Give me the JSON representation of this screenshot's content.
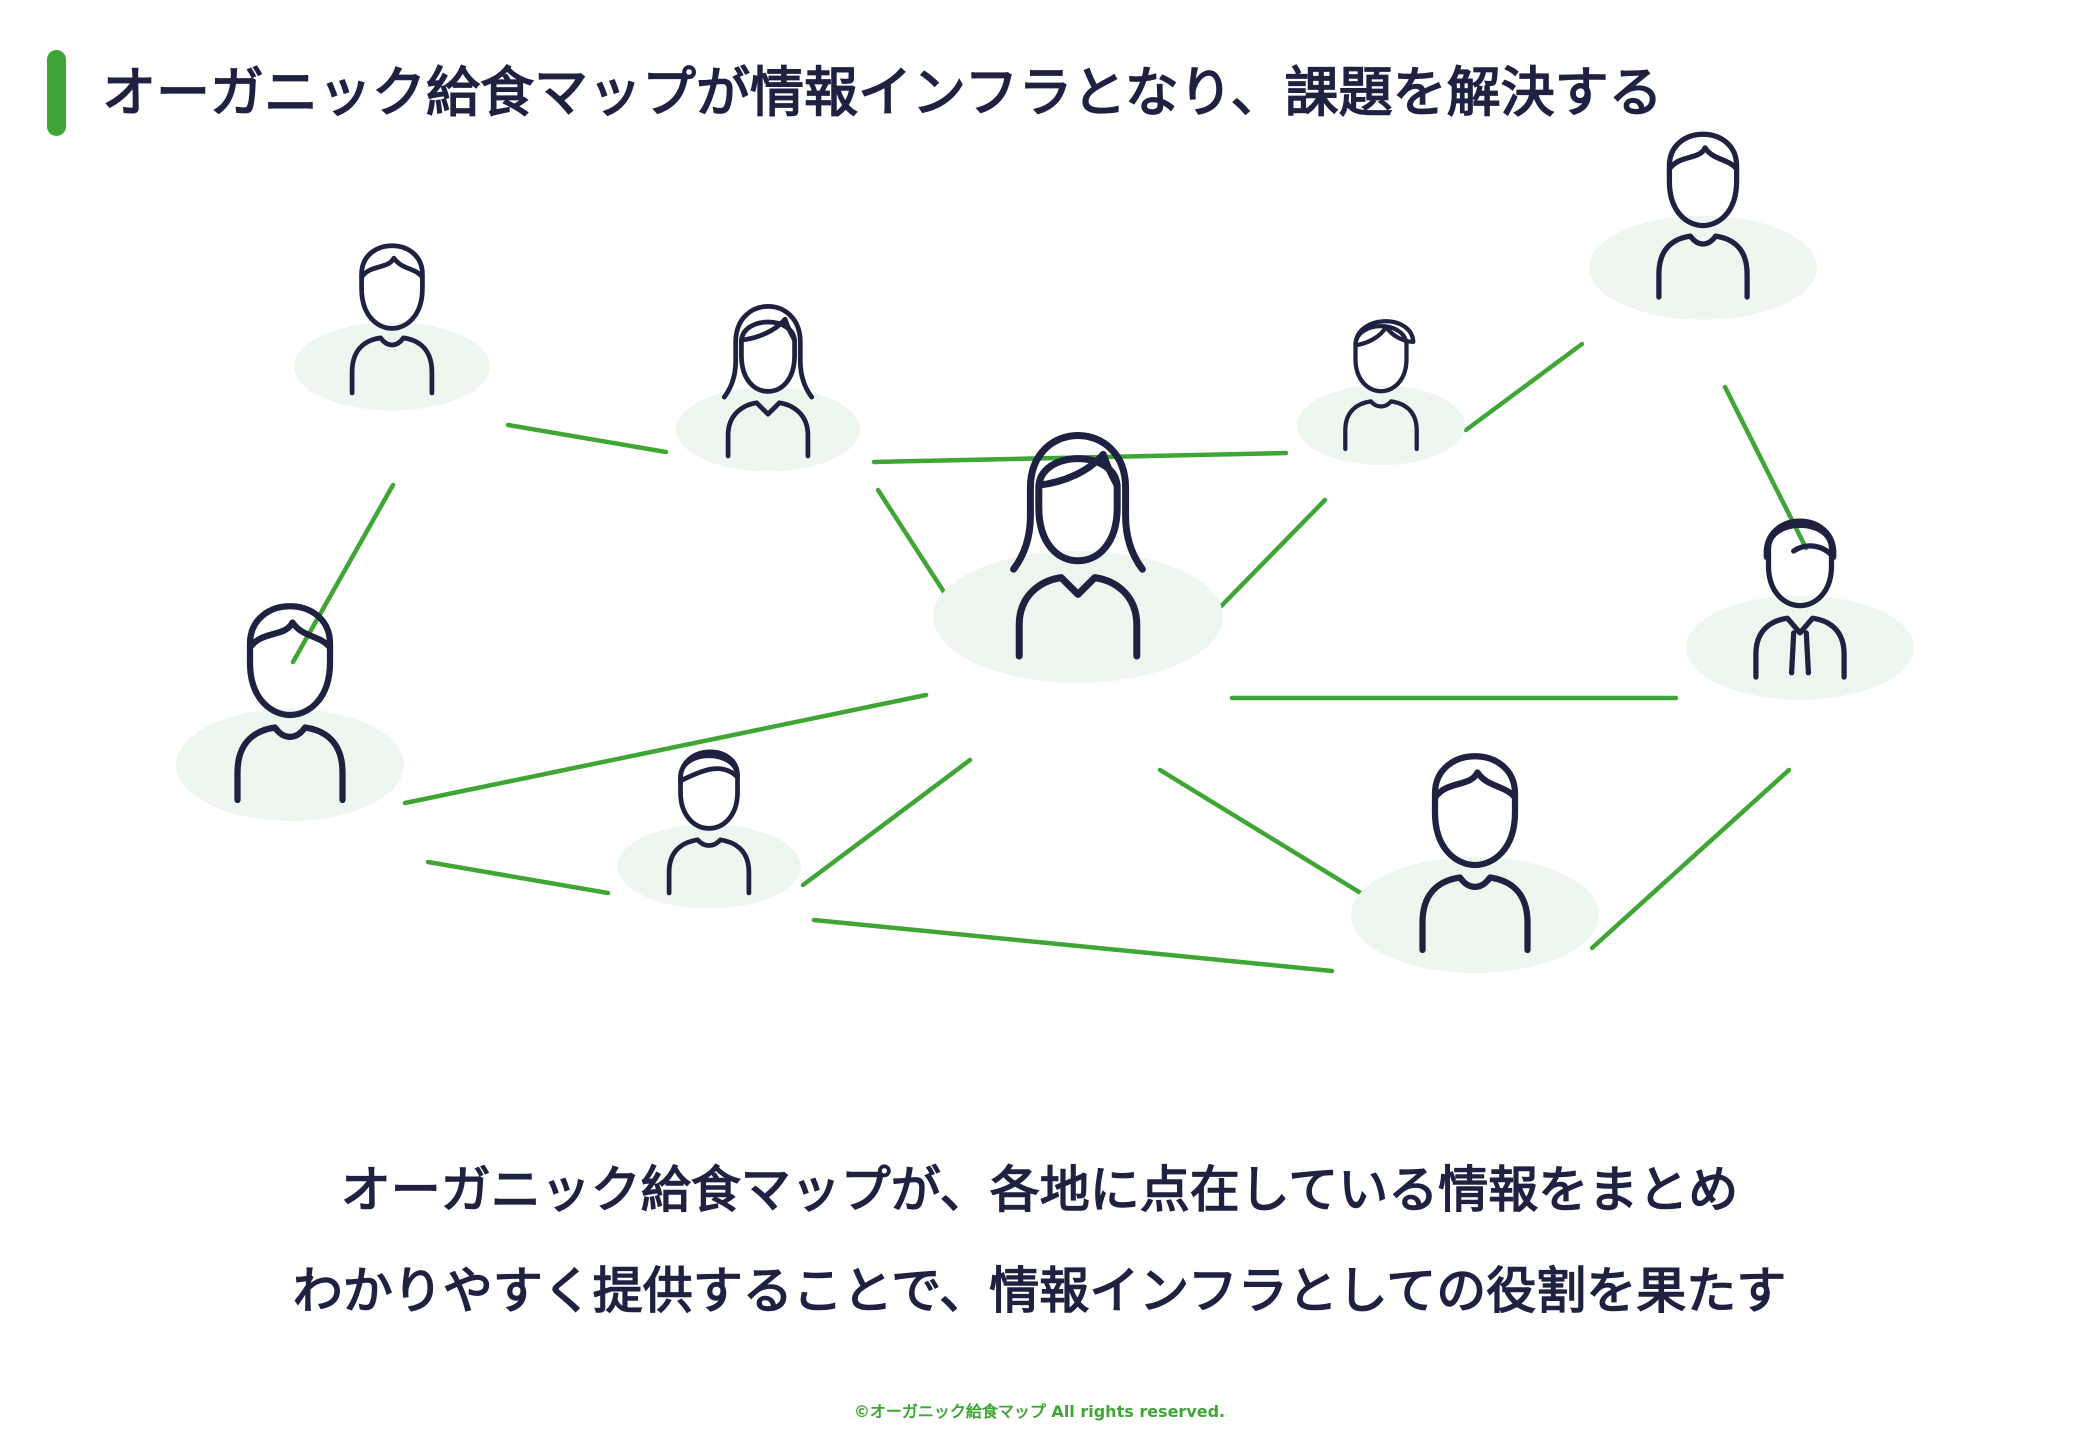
{
  "header": {
    "title": "オーガニック給食マップが情報インフラとなり、課題を解決する"
  },
  "network": {
    "colors": {
      "connection": "#3fa535",
      "halo": "#eef6f0",
      "person_outline": "#1e2140"
    },
    "nodes": [
      {
        "id": "person-top-left",
        "icon": "man-icon"
      },
      {
        "id": "person-top-mid-woman",
        "icon": "woman-long-hair-icon"
      },
      {
        "id": "person-top-right-small",
        "icon": "woman-short-hair-icon"
      },
      {
        "id": "person-top-right-large",
        "icon": "man-icon"
      },
      {
        "id": "person-left-large",
        "icon": "man-icon"
      },
      {
        "id": "person-center-woman",
        "icon": "woman-long-hair-icon"
      },
      {
        "id": "person-right-tie",
        "icon": "man-with-tie-icon"
      },
      {
        "id": "person-bottom-small",
        "icon": "boy-icon"
      },
      {
        "id": "person-bottom-right-large",
        "icon": "man-icon"
      }
    ],
    "connections": [
      [
        "person-top-left",
        "person-top-mid-woman"
      ],
      [
        "person-top-left",
        "person-left-large"
      ],
      [
        "person-top-mid-woman",
        "person-top-right-small"
      ],
      [
        "person-top-mid-woman",
        "person-center-woman"
      ],
      [
        "person-top-right-small",
        "person-top-right-large"
      ],
      [
        "person-top-right-small",
        "person-center-woman"
      ],
      [
        "person-top-right-large",
        "person-right-tie"
      ],
      [
        "person-left-large",
        "person-center-woman"
      ],
      [
        "person-left-large",
        "person-bottom-small"
      ],
      [
        "person-center-woman",
        "person-right-tie"
      ],
      [
        "person-center-woman",
        "person-bottom-small"
      ],
      [
        "person-center-woman",
        "person-bottom-right-large"
      ],
      [
        "person-bottom-small",
        "person-bottom-right-large"
      ],
      [
        "person-right-tie",
        "person-bottom-right-large"
      ]
    ]
  },
  "caption": {
    "line1": "オーガニック給食マップが、各地に点在している情報をまとめ",
    "line2": "わかりやすく提供することで、情報インフラとしての役割を果たす"
  },
  "footer": {
    "copyright": "©オーガニック給食マップ  All  rights  reserved."
  }
}
